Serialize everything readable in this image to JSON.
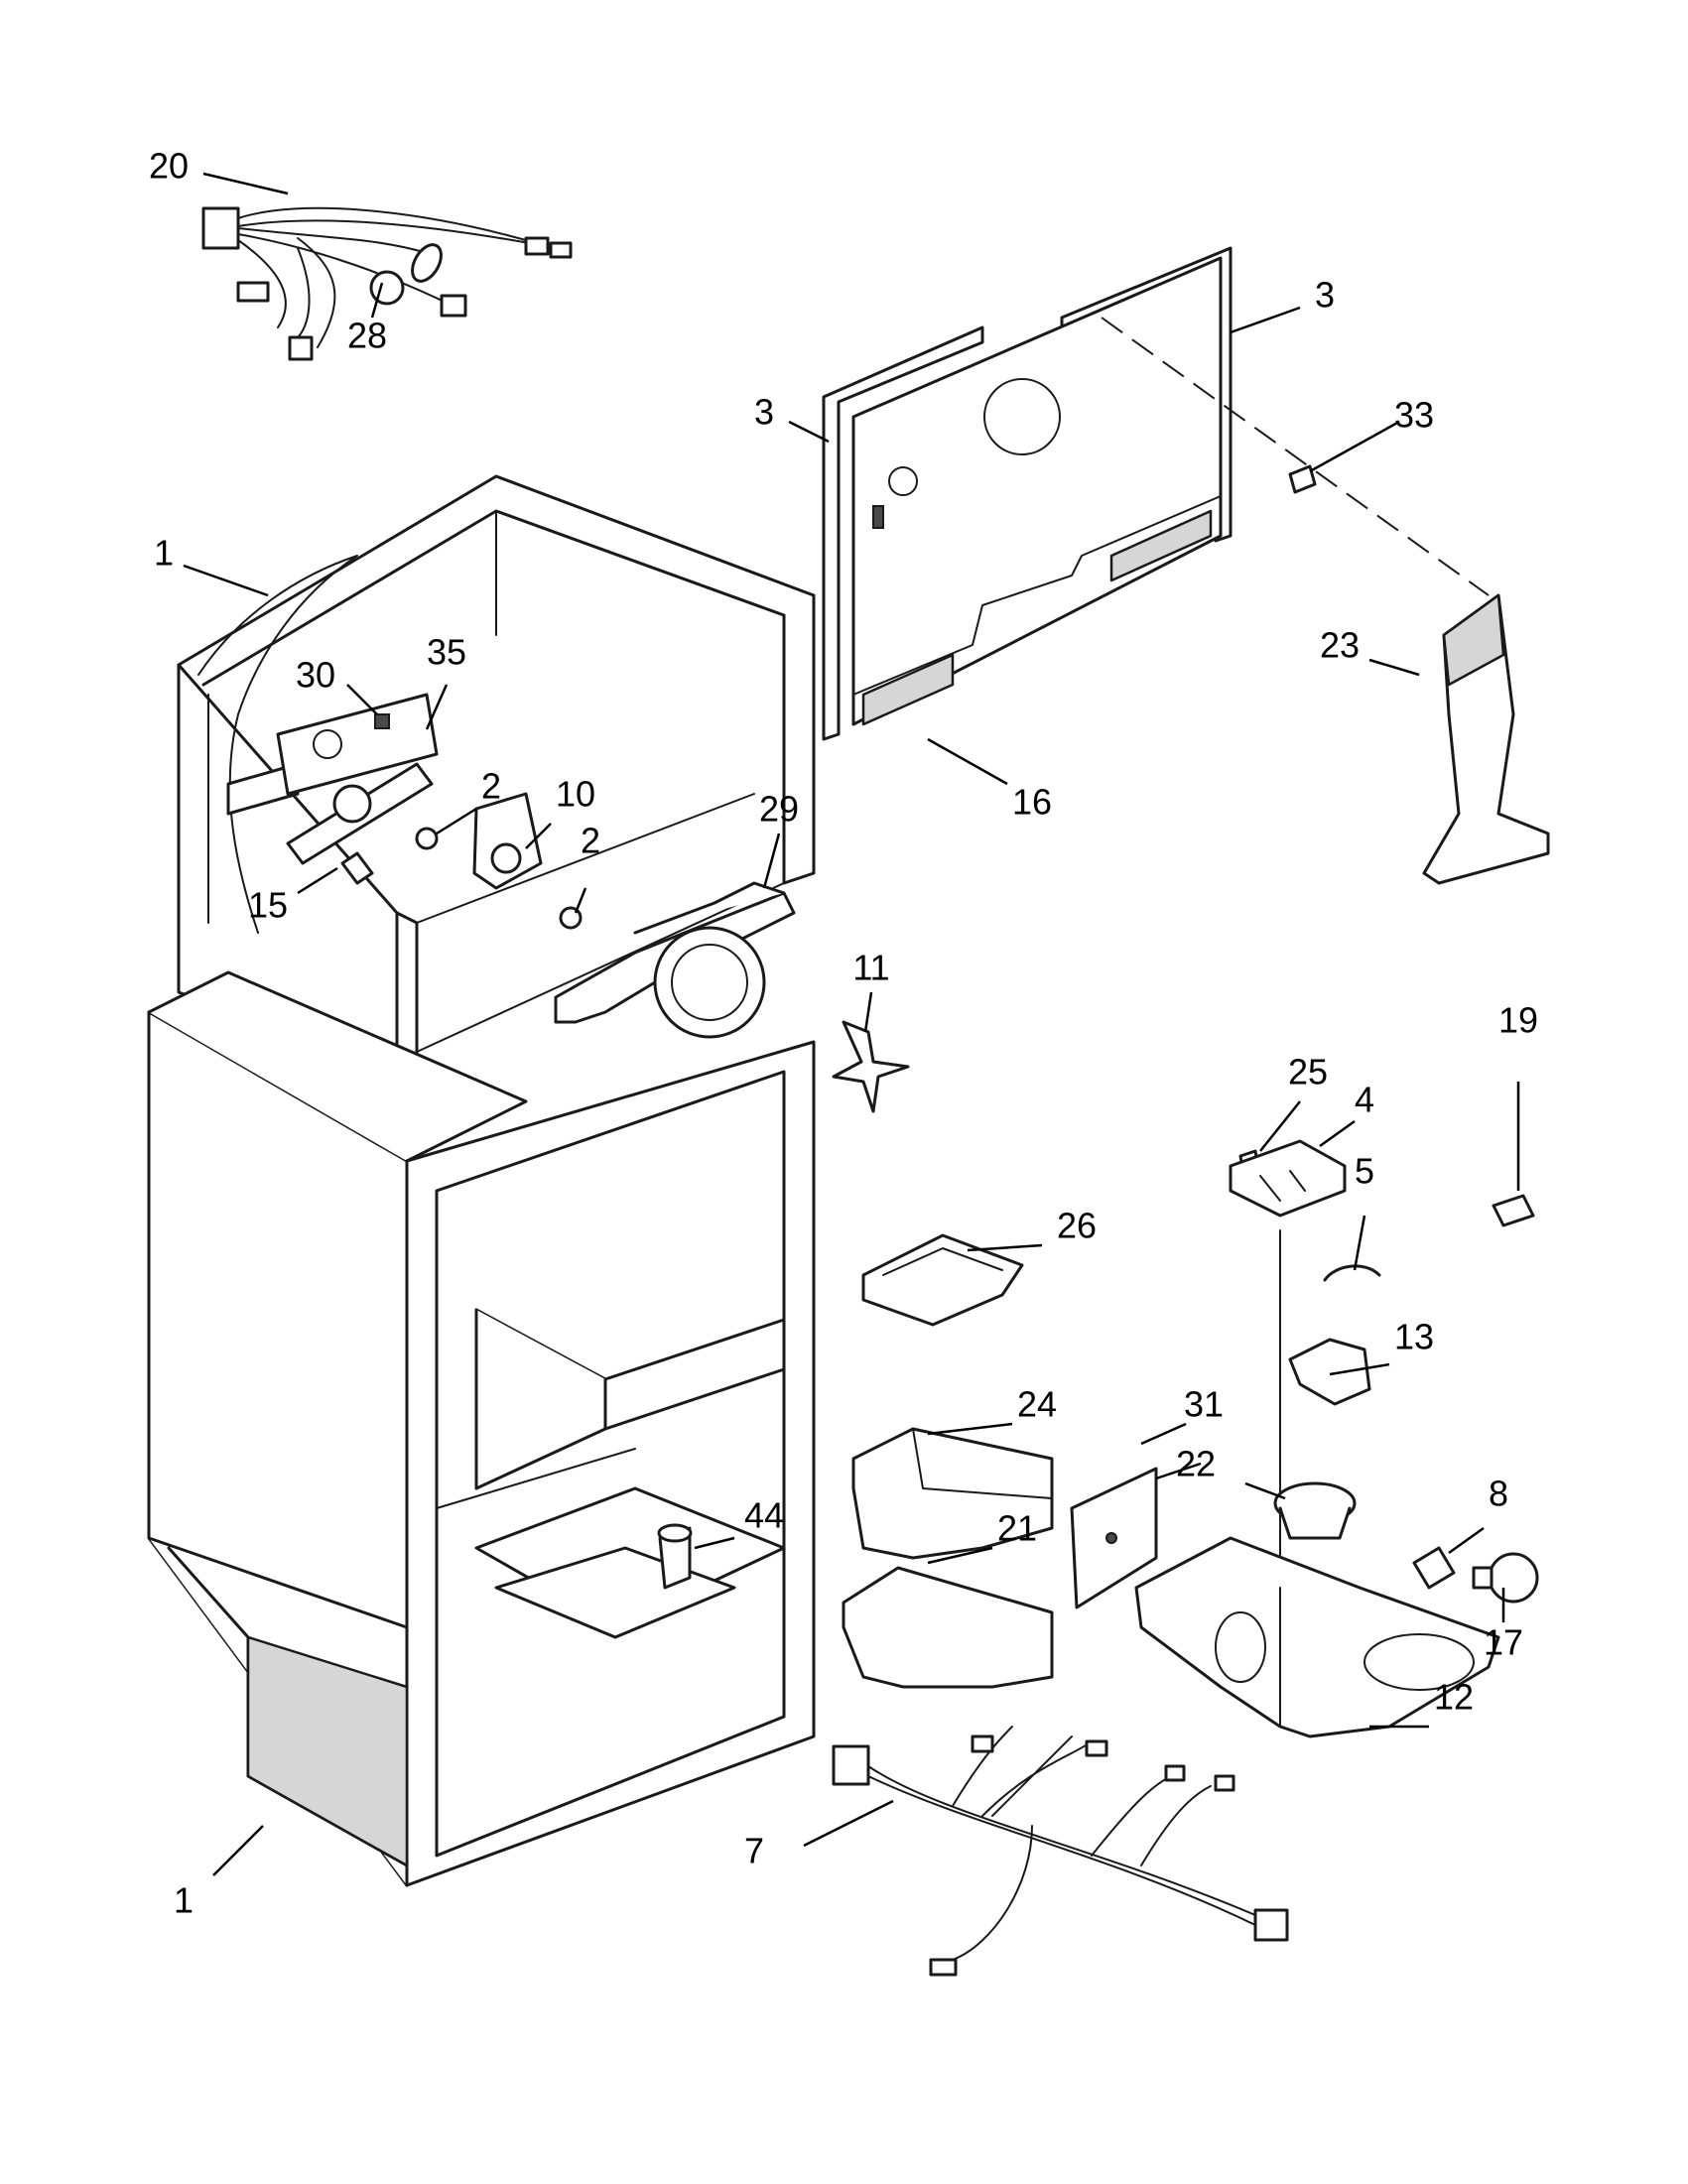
{
  "callouts": [
    {
      "id": "c20",
      "label": "20"
    },
    {
      "id": "c28",
      "label": "28"
    },
    {
      "id": "c3a",
      "label": "3"
    },
    {
      "id": "c3b",
      "label": "3"
    },
    {
      "id": "c33",
      "label": "33"
    },
    {
      "id": "c1a",
      "label": "1"
    },
    {
      "id": "c30",
      "label": "30"
    },
    {
      "id": "c35",
      "label": "35"
    },
    {
      "id": "c2a",
      "label": "2"
    },
    {
      "id": "c10",
      "label": "10"
    },
    {
      "id": "c2b",
      "label": "2"
    },
    {
      "id": "c29",
      "label": "29"
    },
    {
      "id": "c15",
      "label": "15"
    },
    {
      "id": "c16",
      "label": "16"
    },
    {
      "id": "c23",
      "label": "23"
    },
    {
      "id": "c11",
      "label": "11"
    },
    {
      "id": "c19",
      "label": "19"
    },
    {
      "id": "c25",
      "label": "25"
    },
    {
      "id": "c4",
      "label": "4"
    },
    {
      "id": "c5",
      "label": "5"
    },
    {
      "id": "c26",
      "label": "26"
    },
    {
      "id": "c13",
      "label": "13"
    },
    {
      "id": "c24",
      "label": "24"
    },
    {
      "id": "c31",
      "label": "31"
    },
    {
      "id": "c22",
      "label": "22"
    },
    {
      "id": "c8",
      "label": "8"
    },
    {
      "id": "c44",
      "label": "44"
    },
    {
      "id": "c21",
      "label": "21"
    },
    {
      "id": "c17",
      "label": "17"
    },
    {
      "id": "c12",
      "label": "12"
    },
    {
      "id": "c7",
      "label": "7"
    },
    {
      "id": "c1b",
      "label": "1"
    }
  ]
}
